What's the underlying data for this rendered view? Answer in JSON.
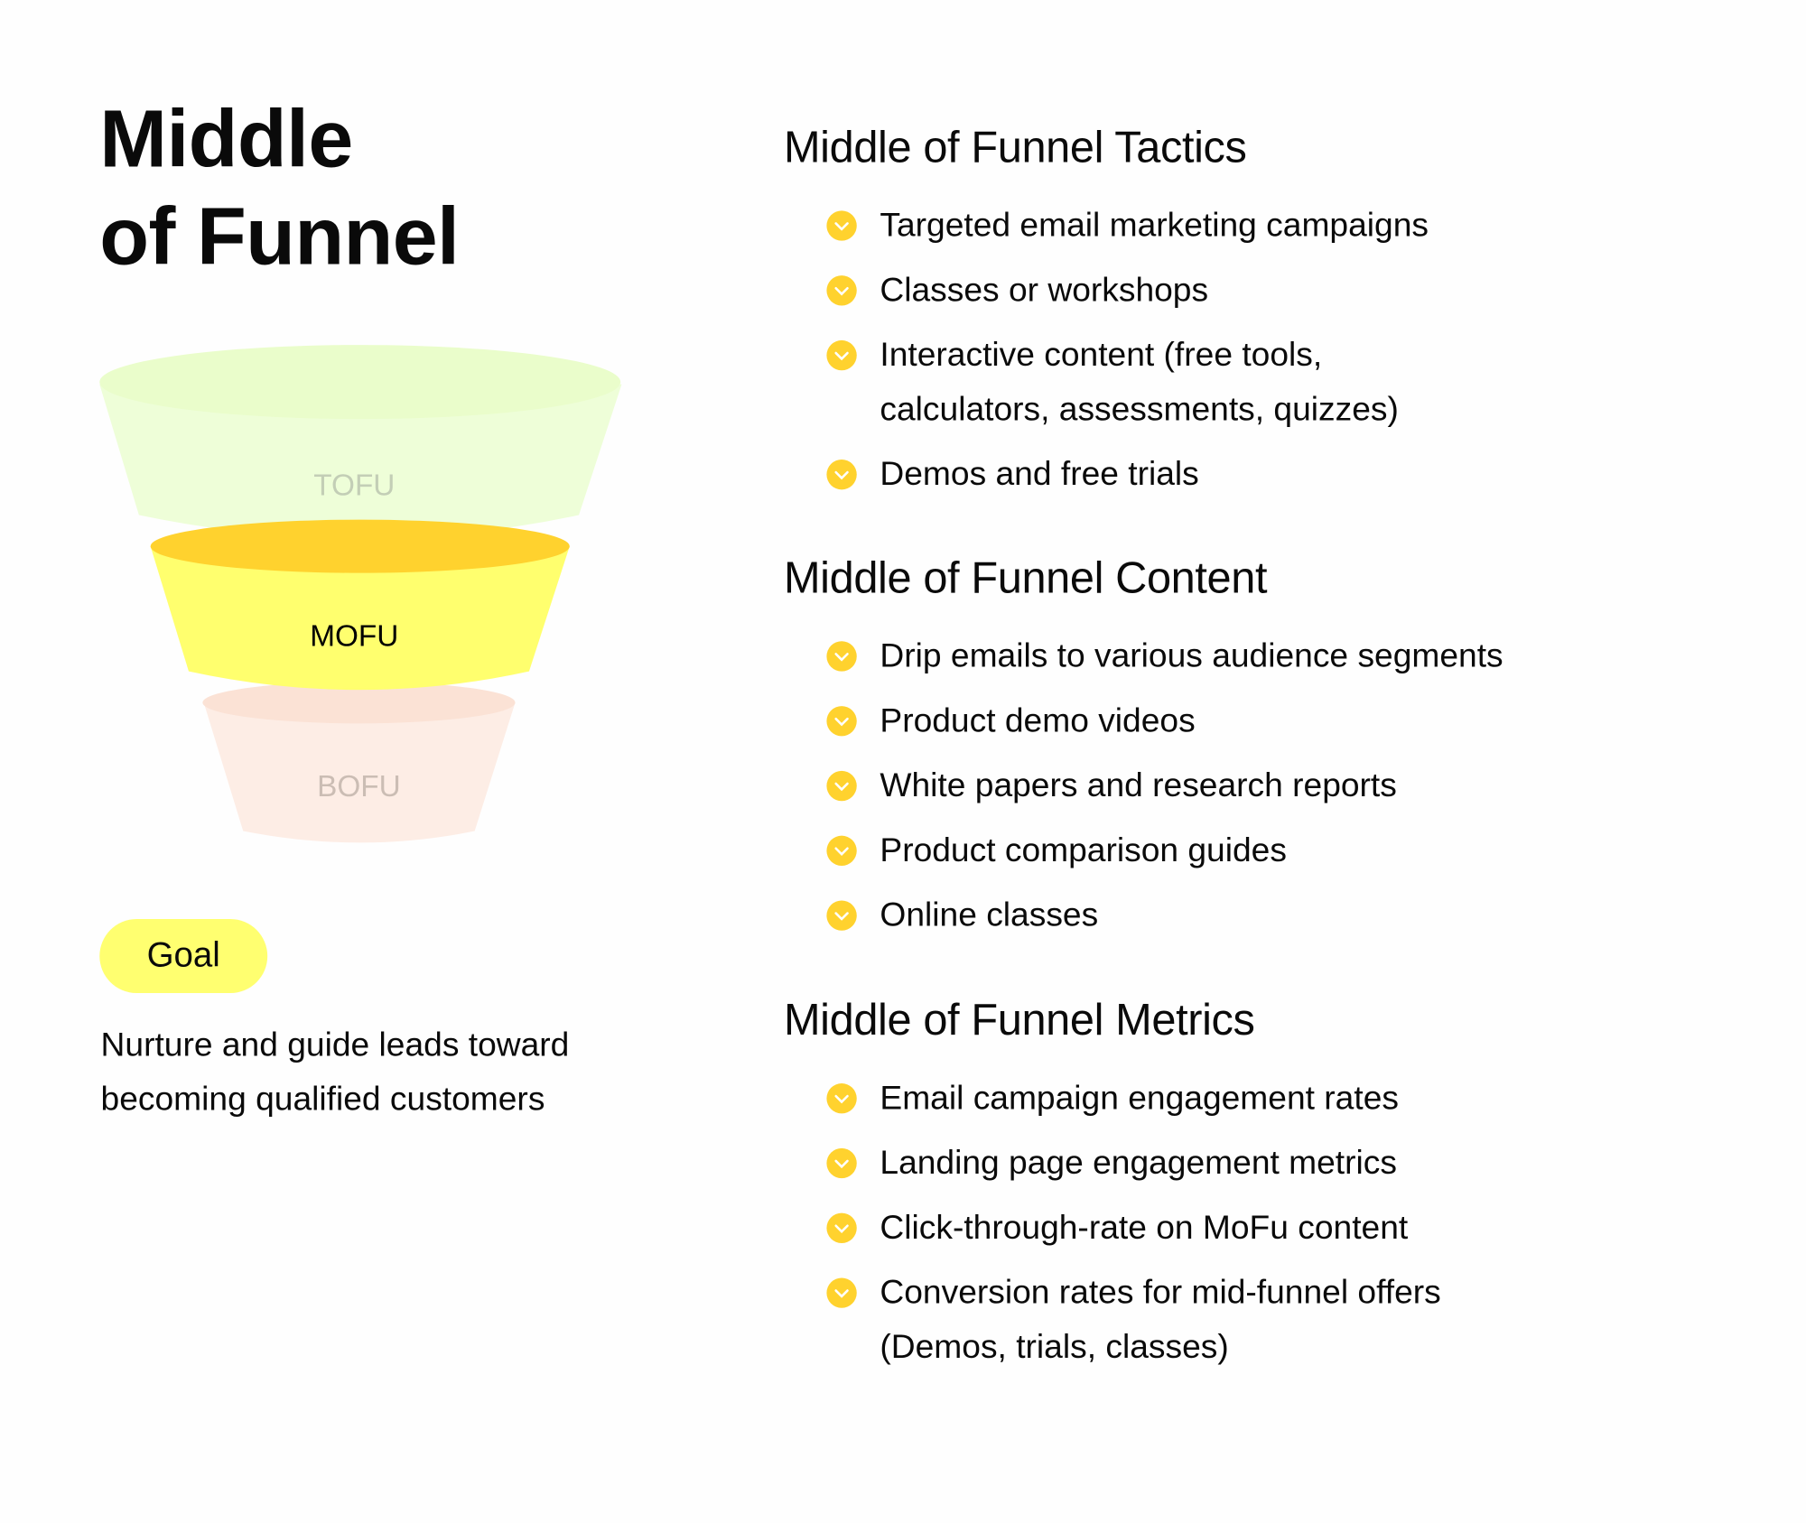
{
  "title": {
    "line1": "Middle",
    "line2": "of Funnel"
  },
  "funnel": {
    "stages": [
      {
        "label": "TOFU",
        "active": false
      },
      {
        "label": "MOFU",
        "active": true
      },
      {
        "label": "BOFU",
        "active": false
      }
    ],
    "colors": {
      "tofu": "#eefed8",
      "mofu": "#ffff6e",
      "mofu_top": "#ffd22e",
      "bofu": "#fdede5"
    }
  },
  "goal": {
    "label": "Goal",
    "description": "Nurture and guide leads toward becoming qualified customers"
  },
  "sections": [
    {
      "heading": "Middle of Funnel Tactics",
      "items": [
        "Targeted email marketing campaigns",
        "Classes or workshops",
        "Interactive content (free tools, calculators, assessments, quizzes)",
        "Demos and free trials"
      ]
    },
    {
      "heading": "Middle of Funnel Content",
      "items": [
        "Drip emails to various audience segments",
        "Product demo videos",
        "White papers and research reports",
        "Product comparison guides",
        "Online classes"
      ]
    },
    {
      "heading": "Middle of Funnel Metrics",
      "items": [
        "Email campaign engagement rates",
        "Landing page engagement metrics",
        "Click-through-rate on MoFu content",
        "Conversion rates for mid-funnel offers (Demos, trials, classes)"
      ]
    }
  ],
  "accent": "#ffd22e"
}
